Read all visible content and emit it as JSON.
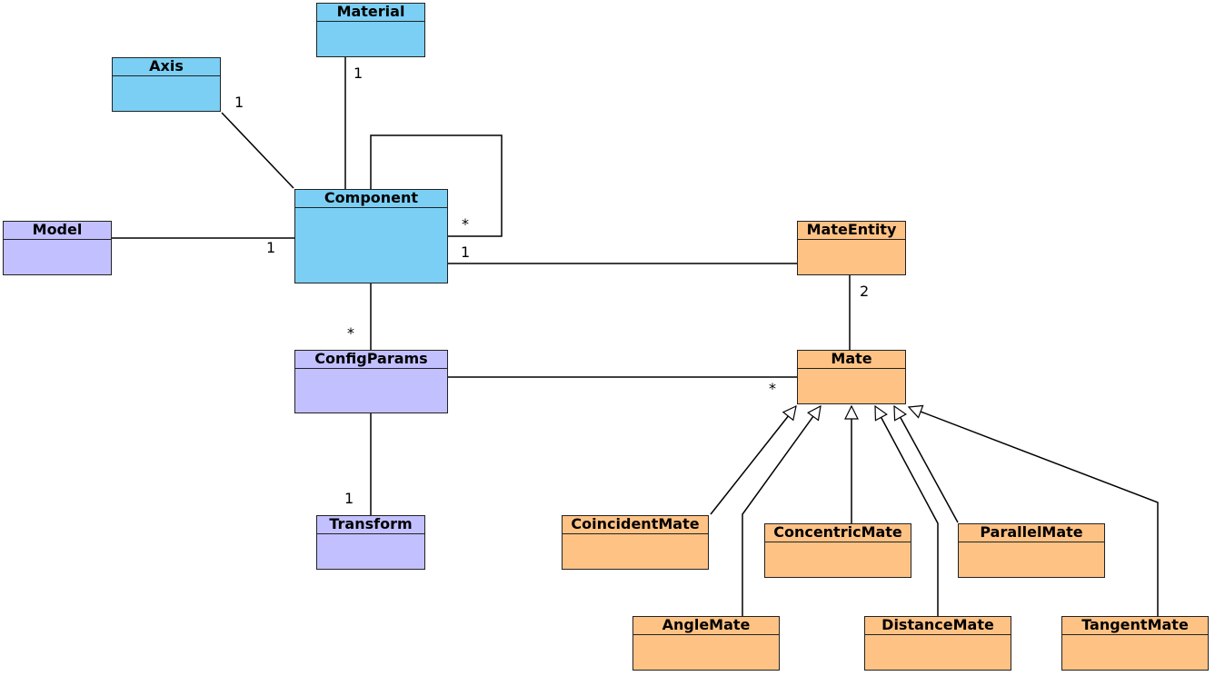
{
  "colors": {
    "blue": "#7bcff4",
    "lavender": "#c2c0ff",
    "orange": "#ffc285",
    "line": "#000000"
  },
  "classes": {
    "material": "Material",
    "axis": "Axis",
    "component": "Component",
    "model": "Model",
    "mate_entity": "MateEntity",
    "config_params": "ConfigParams",
    "mate": "Mate",
    "transform": "Transform",
    "coincident_mate": "CoincidentMate",
    "concentric_mate": "ConcentricMate",
    "parallel_mate": "ParallelMate",
    "angle_mate": "AngleMate",
    "distance_mate": "DistanceMate",
    "tangent_mate": "TangentMate"
  },
  "multiplicities": {
    "material": "1",
    "axis": "1",
    "model": "1",
    "self_assoc": "*",
    "component_mate_entity": "1",
    "config_params": "*",
    "mate_entity_mate": "2",
    "config_mate": "*",
    "transform": "1"
  }
}
